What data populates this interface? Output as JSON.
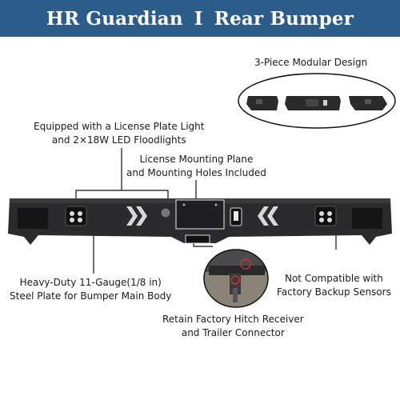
{
  "header": {
    "brand": "HR Guardian",
    "separator": "I",
    "product": "Rear Bumper",
    "background": "#2c5d8a"
  },
  "callouts": {
    "modular": "3-Piece Modular Design",
    "lights_line1": "Equipped with a License Plate Light",
    "lights_line2": "and 2×18W LED Floodlights",
    "plate_line1": "License Mounting Plane",
    "plate_line2": "and Mounting Holes Included",
    "steel_line1": "Heavy-Duty 11-Gauge(1/8 in)",
    "steel_line2": "Steel Plate for Bumper Main Body",
    "sensors_line1": "Not Compatible with",
    "sensors_line2": "Factory Backup Sensors",
    "hitch_line1": "Retain Factory Hitch Receiver",
    "hitch_line2": "and Trailer Connector"
  },
  "colors": {
    "bumper": "#2b2b2d",
    "accent": "#2c5d8a"
  }
}
